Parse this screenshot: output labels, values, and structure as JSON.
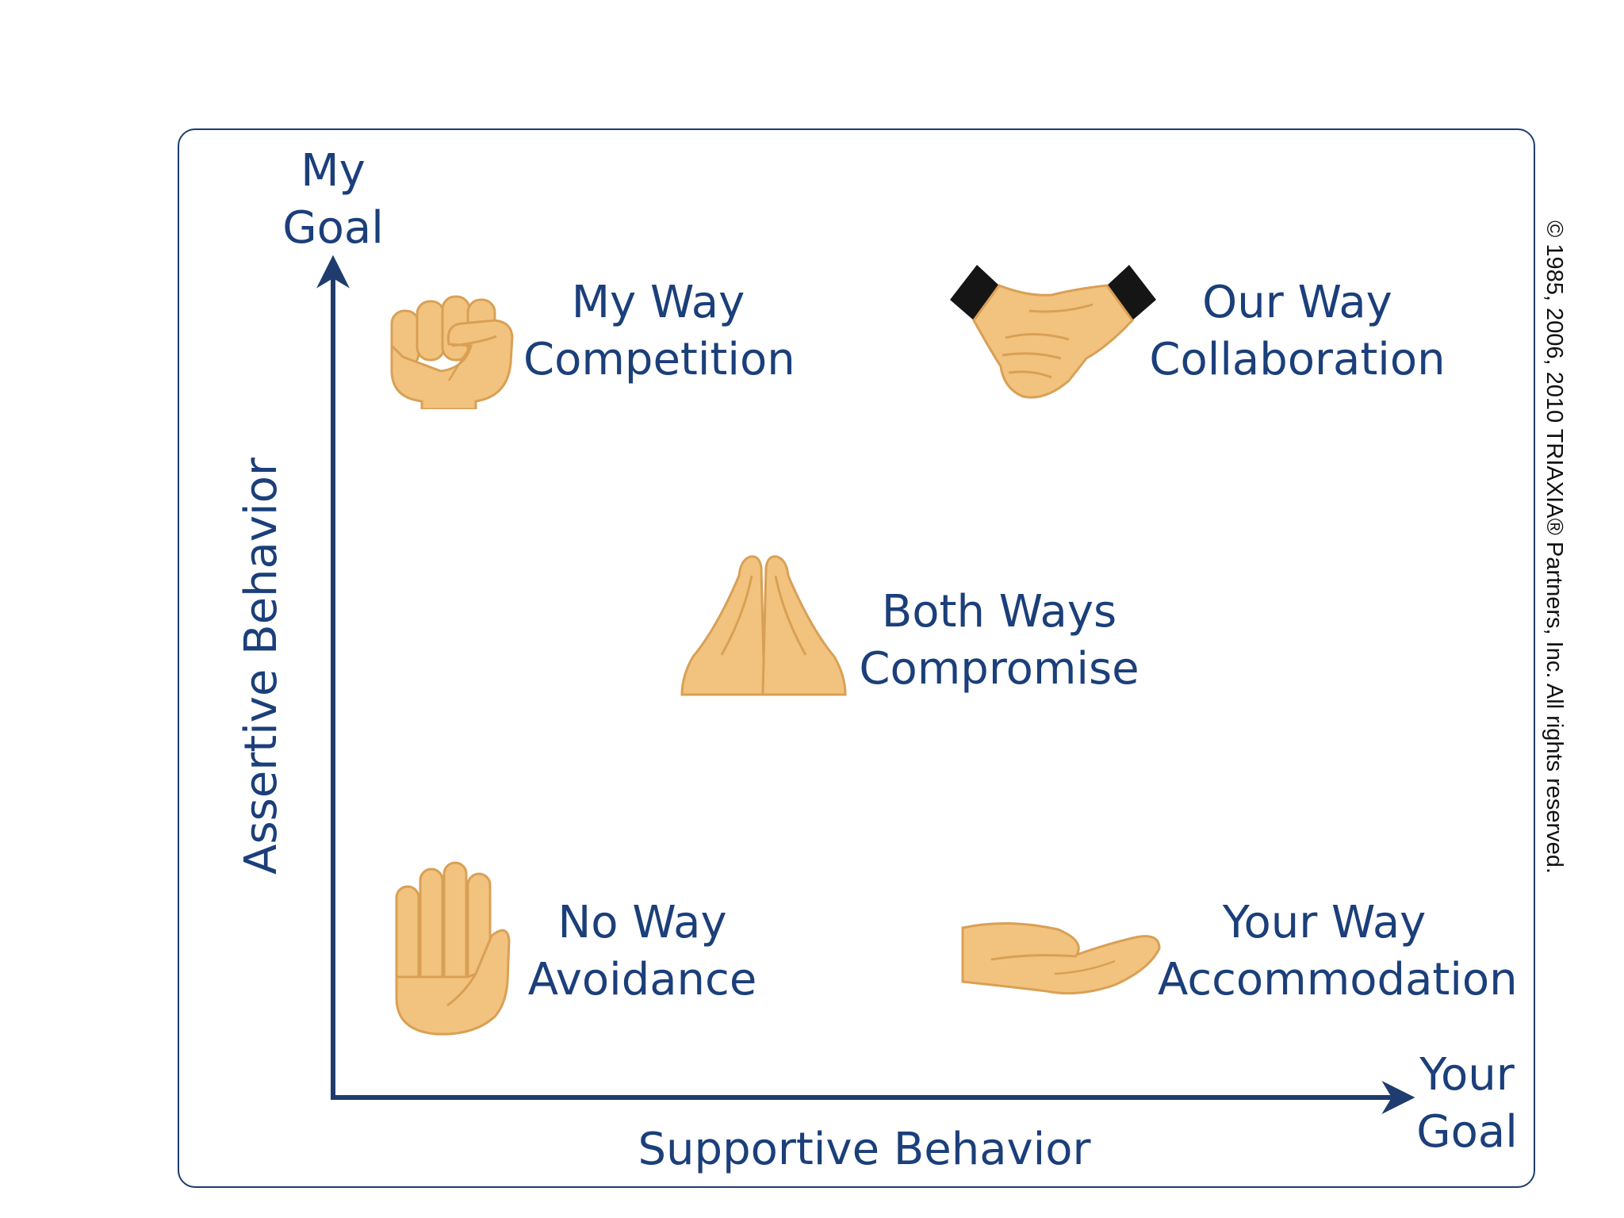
{
  "axes": {
    "y_top_line1": "My",
    "y_top_line2": "Goal",
    "y_title": "Assertive Behavior",
    "x_end_line1": "Your",
    "x_end_line2": "Goal",
    "x_title": "Supportive Behavior"
  },
  "quadrants": {
    "competition": {
      "line1": "My Way",
      "line2": "Competition",
      "icon": "fist-icon"
    },
    "collaboration": {
      "line1": "Our Way",
      "line2": "Collaboration",
      "icon": "handshake-icon"
    },
    "compromise": {
      "line1": "Both Ways",
      "line2": "Compromise",
      "icon": "praying-hands-icon"
    },
    "avoidance": {
      "line1": "No Way",
      "line2": "Avoidance",
      "icon": "raised-hand-icon"
    },
    "accommodation": {
      "line1": "Your Way",
      "line2": "Accommodation",
      "icon": "open-palm-icon"
    }
  },
  "copyright": "© 1985, 2006, 2010 TRIAXIA® Partners, Inc. All rights reserved.",
  "colors": {
    "text": "#1b3f7a",
    "axis": "#1e3c6e",
    "skin": "#f2c37e",
    "skin_dark": "#d9a055",
    "sleeve": "#151515"
  }
}
